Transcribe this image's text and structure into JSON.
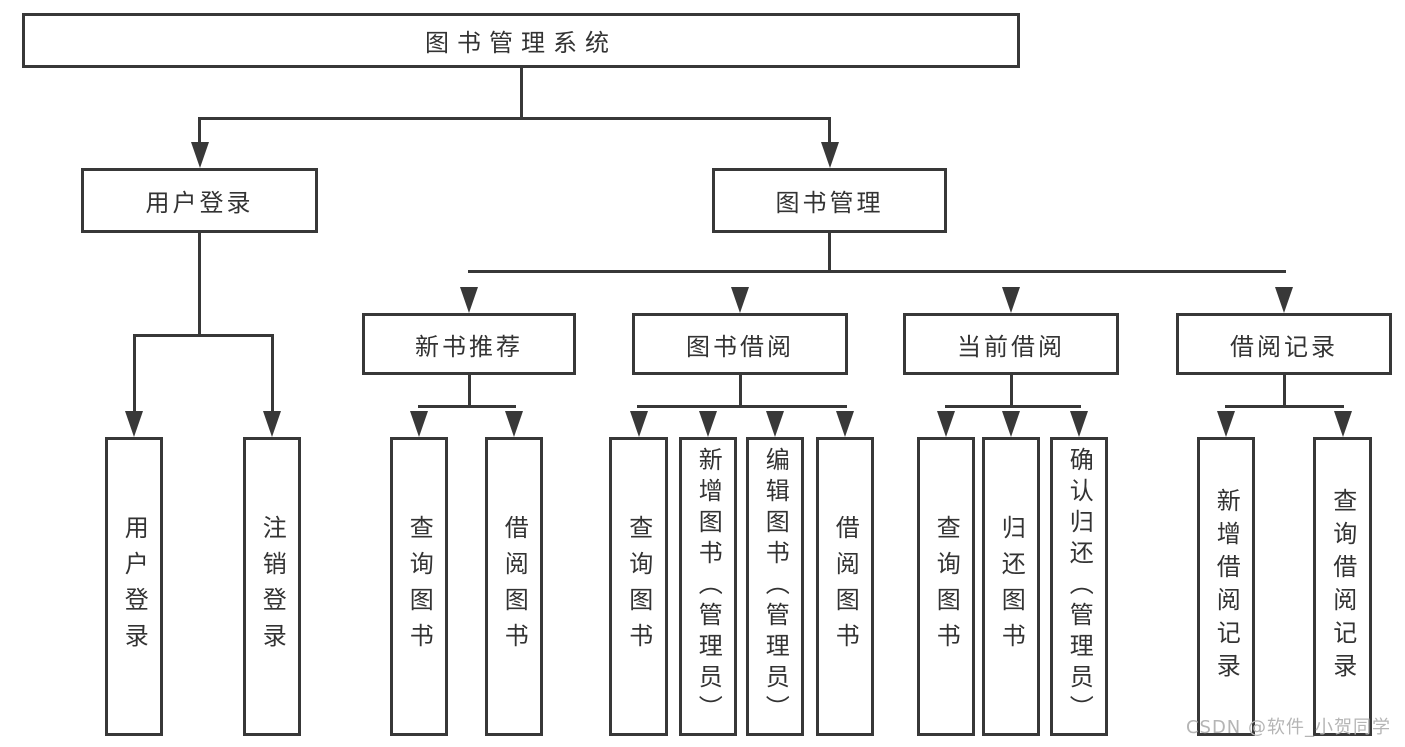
{
  "watermark": "CSDN @软件_小贺同学",
  "tree": {
    "root": {
      "label": "图书管理系统"
    },
    "branches": [
      {
        "label": "用户登录",
        "children": [
          "用户登录",
          "注销登录"
        ]
      },
      {
        "label": "图书管理",
        "groups": [
          {
            "label": "新书推荐",
            "children": [
              "查询图书",
              "借阅图书"
            ]
          },
          {
            "label": "图书借阅",
            "children": [
              "查询图书",
              "新增图书（管理员）",
              "编辑图书（管理员）",
              "借阅图书"
            ]
          },
          {
            "label": "当前借阅",
            "children": [
              "查询图书",
              "归还图书",
              "确认归还（管理员）"
            ]
          },
          {
            "label": "借阅记录",
            "children": [
              "新增借阅记录",
              "查询借阅记录"
            ]
          }
        ]
      }
    ]
  }
}
